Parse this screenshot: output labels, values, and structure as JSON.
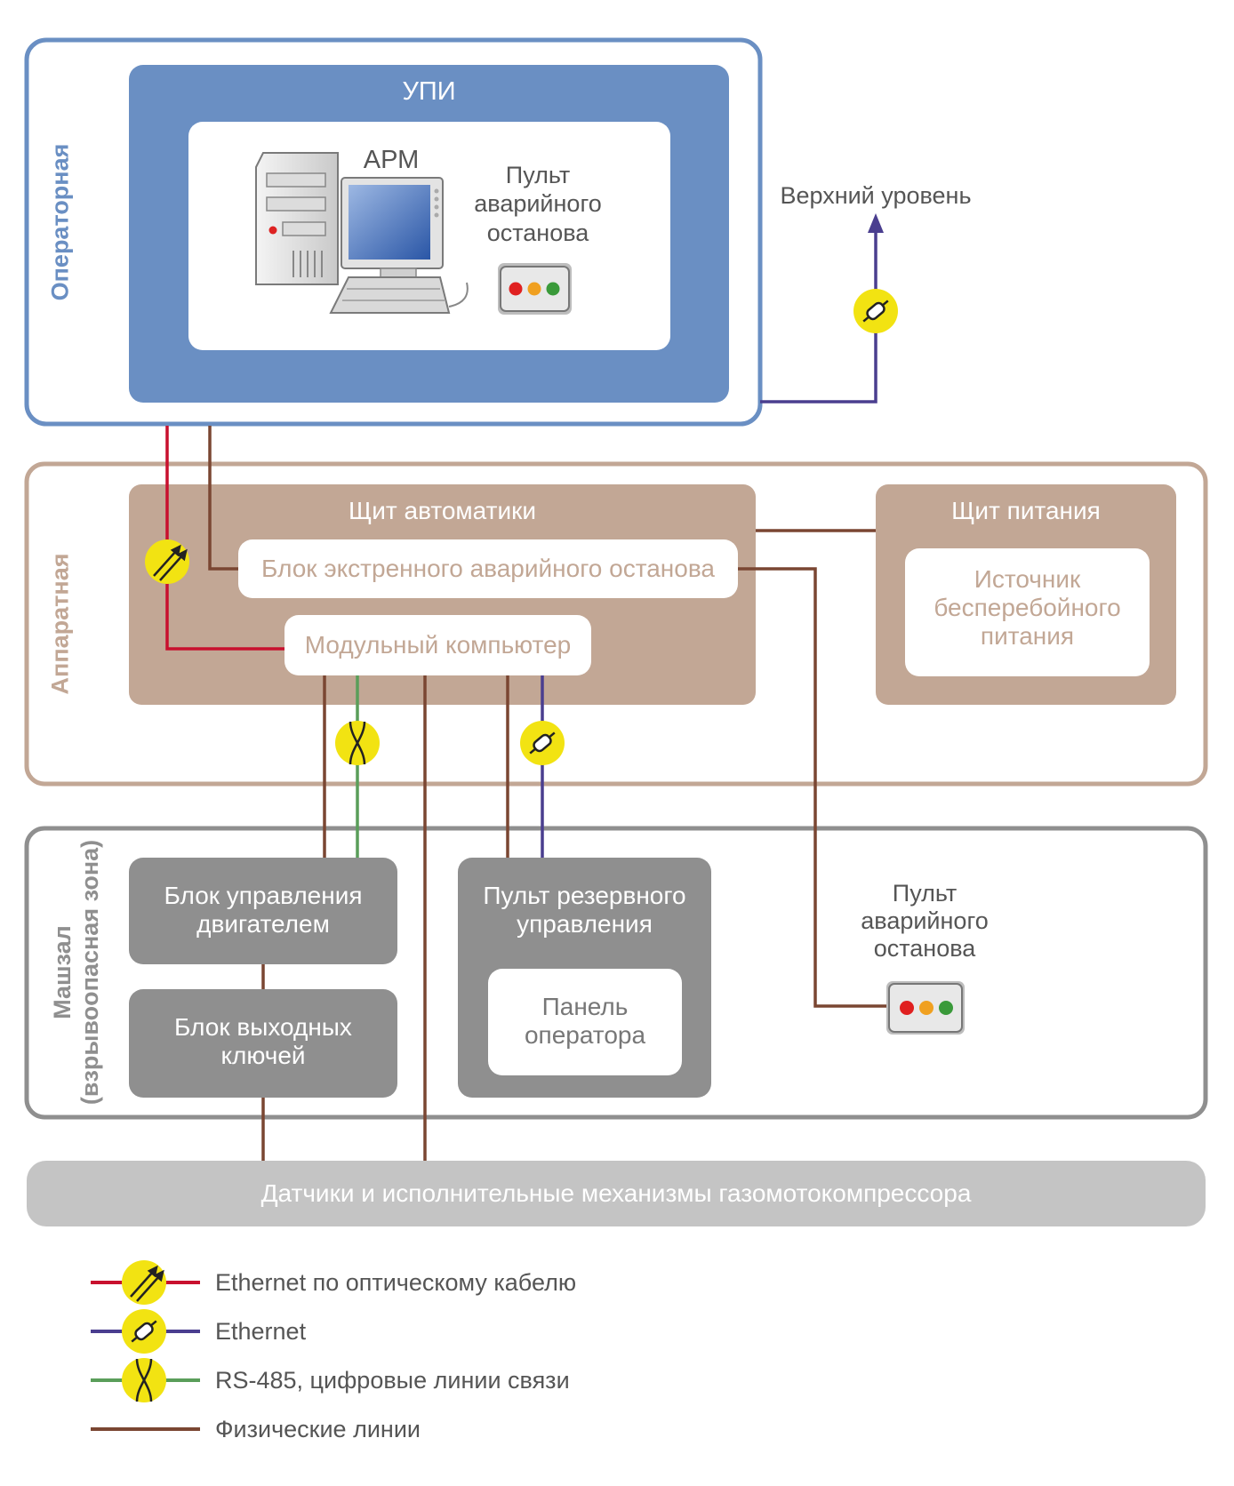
{
  "zones": {
    "operator": "Операторная",
    "hardware": "Аппаратная",
    "machine_hall": "Машзал\n(взрывоопасная зона)"
  },
  "upi": {
    "title": "УПИ",
    "arm": "АРМ",
    "emergency_console": "Пульт\nаварийного\nостанова"
  },
  "upper_level": "Верхний уровень",
  "automation_cabinet": {
    "title": "Щит автоматики",
    "emergency_block": "Блок экстренного аварийного останова",
    "modular_computer": "Модульный компьютер"
  },
  "power_cabinet": {
    "title": "Щит питания",
    "ups": "Источник\nбесперебойного\nпитания"
  },
  "machine": {
    "motor_control": "Блок управления\nдвигателем",
    "output_keys": "Блок выходных\nключей",
    "backup_console": "Пульт резервного\nуправления",
    "operator_panel": "Панель\nоператора",
    "emergency_console": "Пульт\nаварийного\nостанова"
  },
  "sensors_bar": "Датчики и исполнительные механизмы газомотокомпрессора",
  "legend": [
    {
      "label": "Ethernet по оптическому кабелю",
      "color": "#c8102e",
      "icon": "fiber-optic-icon"
    },
    {
      "label": "Ethernet",
      "color": "#4a3e8f",
      "icon": "ethernet-icon"
    },
    {
      "label": "RS-485, цифровые линии связи",
      "color": "#5a9e5a",
      "icon": "rs485-icon"
    },
    {
      "label": "Физические линии",
      "color": "#7a4632",
      "icon": ""
    }
  ],
  "colors": {
    "operator_blue": "#6a8fc3",
    "hardware_tan": "#c2a795",
    "machine_gray": "#8f8f8f",
    "sensor_gray": "#c4c4c4",
    "badge_yellow": "#f2e312"
  }
}
